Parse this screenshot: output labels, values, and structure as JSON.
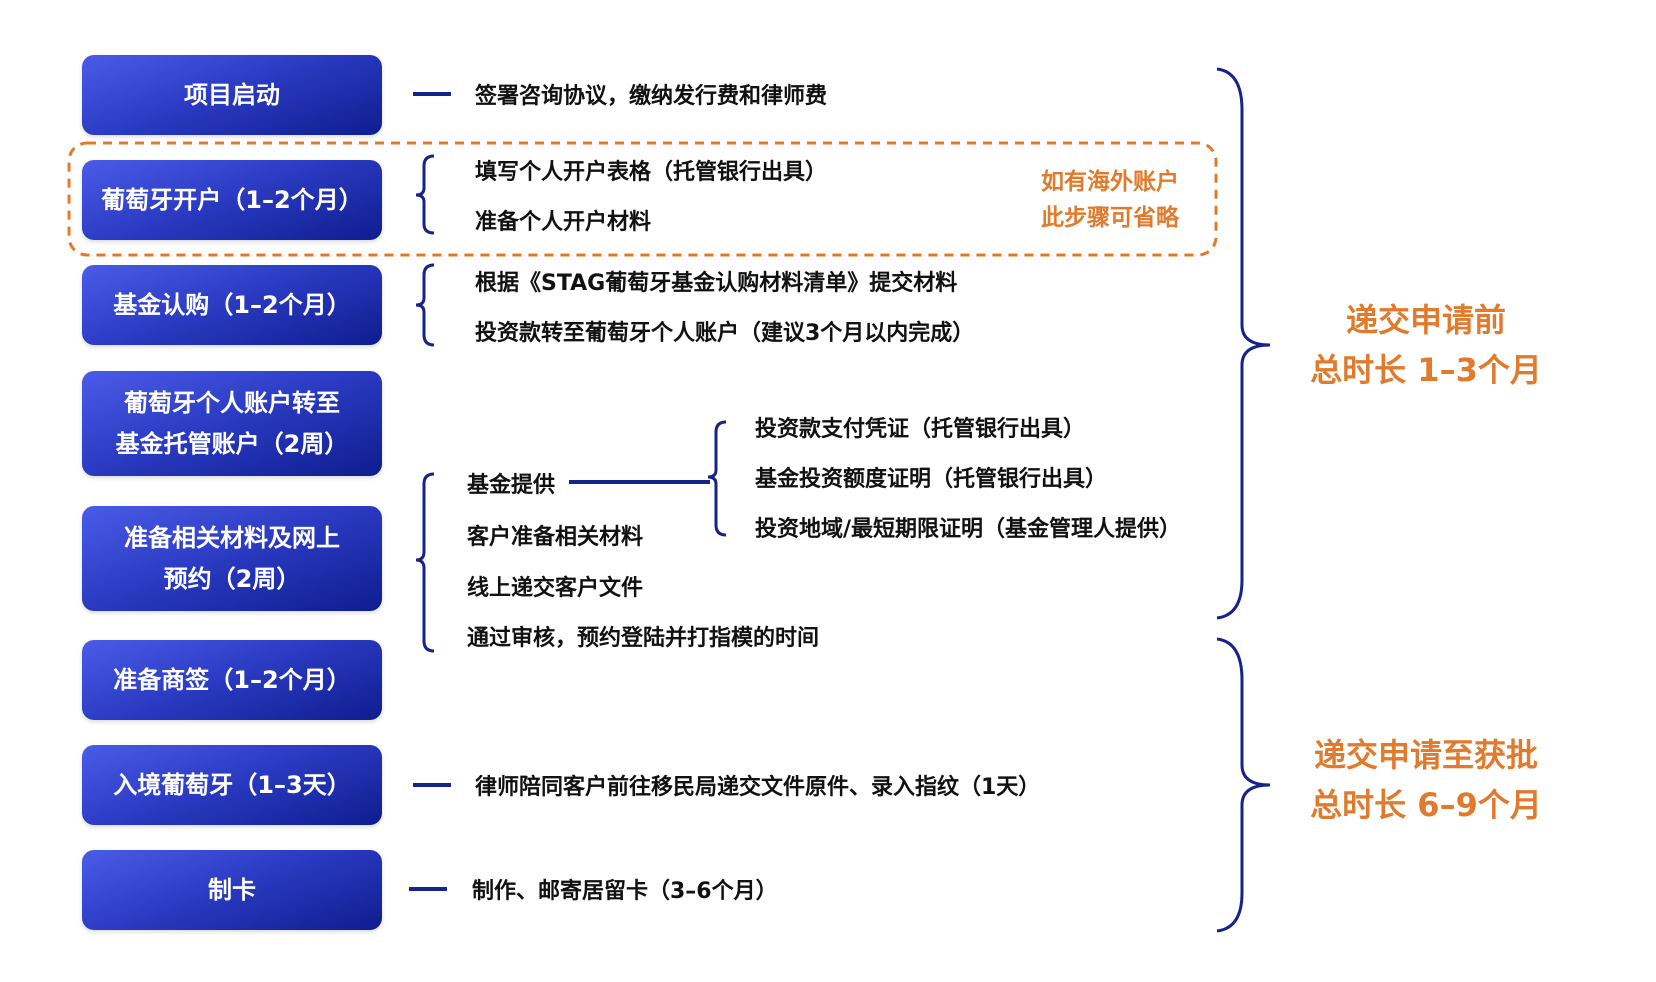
{
  "steps": [
    {
      "label": "项目启动"
    },
    {
      "label": "葡萄牙开户（1–2个月）"
    },
    {
      "label": "基金认购（1–2个月）"
    },
    {
      "label_line1": "葡萄牙个人账户转至",
      "label_line2": "基金托管账户（2周）"
    },
    {
      "label_line1": "准备相关材料及网上",
      "label_line2": "预约（2周）"
    },
    {
      "label": "准备商签（1–2个月）"
    },
    {
      "label": "入境葡萄牙（1–3天）"
    },
    {
      "label": "制卡"
    }
  ],
  "details": {
    "project_start": "签署咨询协议，缴纳发行费和律师费",
    "account_opening": [
      "填写个人开户表格（托管银行出具）",
      "准备个人开户材料"
    ],
    "fund_subscription": [
      "根据《STAG葡萄牙基金认购材料清单》提交材料",
      "投资款转至葡萄牙个人账户（建议3个月以内完成）"
    ],
    "materials": [
      "基金提供",
      "客户准备相关材料",
      "线上递交客户文件",
      "通过审核，预约登陆并打指模的时间"
    ],
    "fund_provided": [
      "投资款支付凭证（托管银行出具）",
      "基金投资额度证明（托管银行出具）",
      "投资地域/最短期限证明（基金管理人提供）"
    ],
    "entry": "律师陪同客户前往移民局递交文件原件、录入指纹（1天）",
    "card": "制作、邮寄居留卡（3–6个月）"
  },
  "optional_note": [
    "如有海外账户",
    "此步骤可省略"
  ],
  "phases": [
    {
      "line1": "递交申请前",
      "line2": "总时长 1–3个月"
    },
    {
      "line1": "递交申请至获批",
      "line2": "总时长 6–9个月"
    }
  ],
  "colors": {
    "navy": "#15238a",
    "orange": "#e07b2e"
  }
}
